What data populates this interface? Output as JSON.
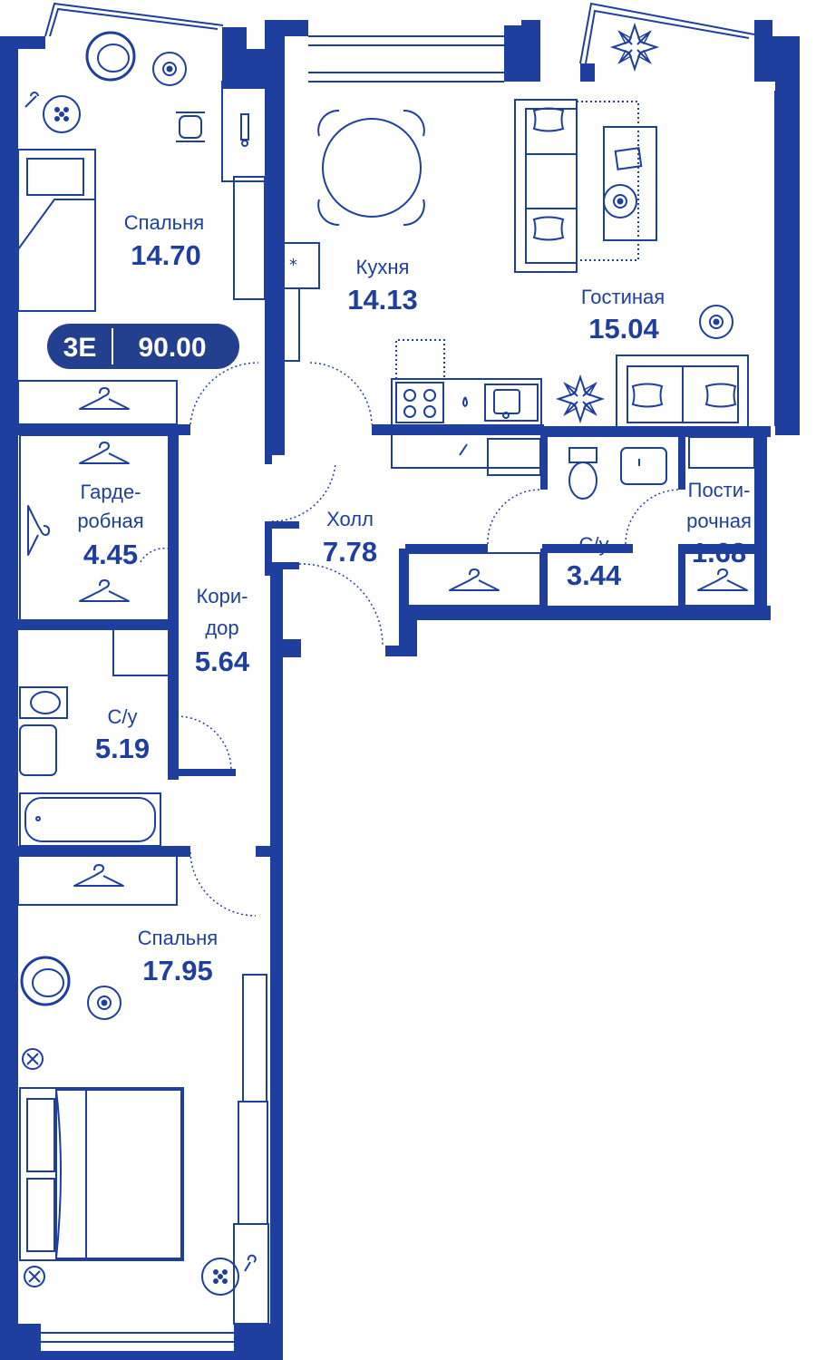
{
  "colors": {
    "wall": "#1e3f9e",
    "badge": "#23408f",
    "background": "#ffffff"
  },
  "badge": {
    "type": "3E",
    "area": "90.00"
  },
  "rooms": {
    "bedroom_top": {
      "name": "Спальня",
      "area": "14.70"
    },
    "kitchen": {
      "name": "Кухня",
      "area": "14.13"
    },
    "living": {
      "name": "Гостиная",
      "area": "15.04"
    },
    "wardrobe": {
      "name_line1": "Гарде-",
      "name_line2": "робная",
      "area": "4.45"
    },
    "hall": {
      "name": "Холл",
      "area": "7.78"
    },
    "wc_hall": {
      "name": "С/у",
      "area": "3.44"
    },
    "laundry": {
      "name_line1": "Пости-",
      "name_line2": "рочная",
      "area": "1.68"
    },
    "corridor": {
      "name_line1": "Кори-",
      "name_line2": "дор",
      "area": "5.64"
    },
    "bath": {
      "name": "С/у",
      "area": "5.19"
    },
    "bedroom_bottom": {
      "name": "Спальня",
      "area": "17.95"
    }
  },
  "icons": [
    "hanger-icon",
    "plant-icon",
    "toilet-icon",
    "sink-icon",
    "bathtub-icon",
    "stove-icon",
    "bed-icon",
    "sofa-icon",
    "dining-table-icon",
    "armchair-icon"
  ]
}
